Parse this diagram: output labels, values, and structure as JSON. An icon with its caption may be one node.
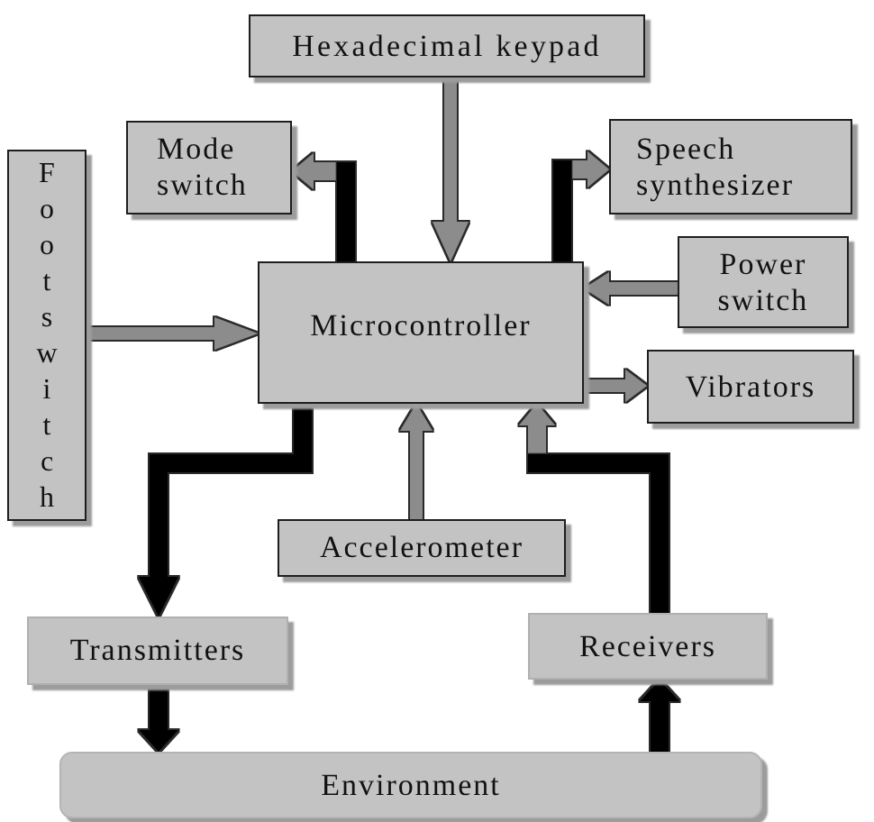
{
  "diagram": {
    "nodes": [
      {
        "text": [
          "Hexadecimal keypad"
        ]
      },
      {
        "text": [
          "Mode switch"
        ]
      },
      {
        "text": [
          "Speech synthesizer"
        ]
      },
      {
        "text": [
          "Footswitch"
        ]
      },
      {
        "text": [
          "Power switch"
        ]
      },
      {
        "text": [
          "Microcontroller"
        ]
      },
      {
        "text": [
          "Vibrators"
        ]
      },
      {
        "text": [
          "Accelerometer"
        ]
      },
      {
        "text": [
          "Transmitters"
        ]
      },
      {
        "text": [
          "Receivers"
        ]
      },
      {
        "text": [
          "Environment"
        ]
      }
    ],
    "edges": [
      {
        "from": 0,
        "to": 5,
        "arrow": "to",
        "color": "#8c8c8c"
      },
      {
        "from": 5,
        "to": 1,
        "arrow": "to"
      },
      {
        "from": 5,
        "to": 2,
        "arrow": "to"
      },
      {
        "from": 4,
        "to": 5,
        "arrow": "to",
        "color": "#8c8c8c"
      },
      {
        "from": 3,
        "to": 5,
        "arrow": "to",
        "color": "#8c8c8c"
      },
      {
        "from": 5,
        "to": 6,
        "arrow": "to",
        "color": "#8c8c8c"
      },
      {
        "from": 7,
        "to": 5,
        "arrow": "to",
        "color": "#8c8c8c"
      },
      {
        "from": 5,
        "to": 8,
        "arrow": "to",
        "color": "#000000"
      },
      {
        "from": 9,
        "to": 5,
        "arrow": "to"
      },
      {
        "from": 8,
        "to": 10,
        "arrow": "to",
        "color": "#000000"
      },
      {
        "from": 10,
        "to": 9,
        "arrow": "to",
        "color": "#000000"
      }
    ]
  }
}
